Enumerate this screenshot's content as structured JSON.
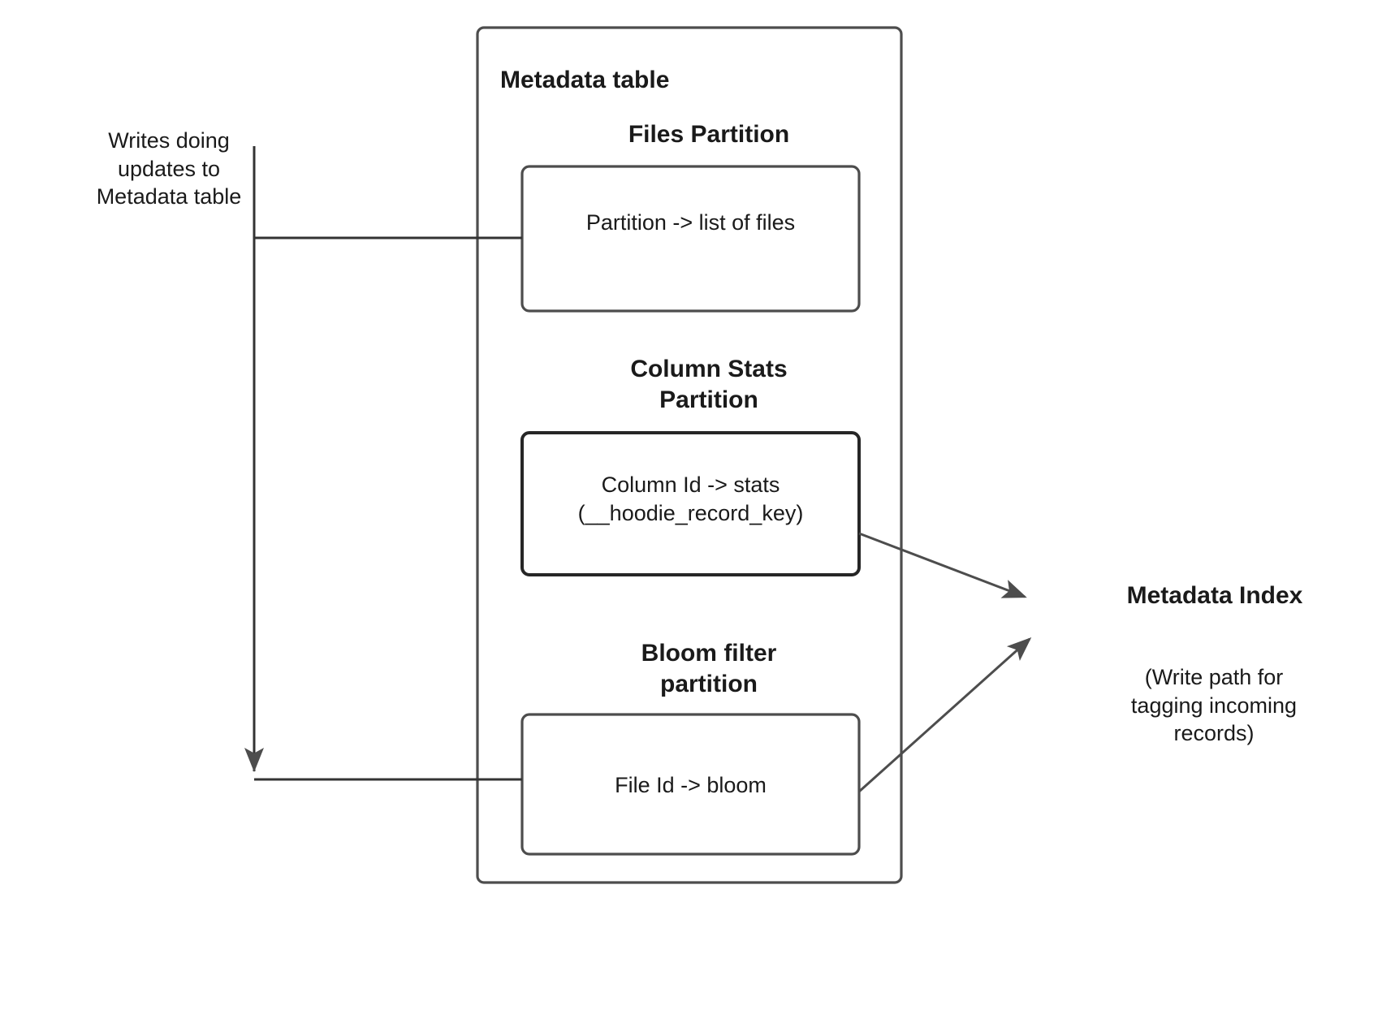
{
  "diagram": {
    "title_note": "Hudi metadata table write path diagram",
    "colors": {
      "stroke": "#4d4d4d",
      "stroke_dark": "#262626",
      "text": "#1a1a1a",
      "background": "#ffffff"
    },
    "left_note": {
      "label": "Writes doing\nupdates to\nMetadata table"
    },
    "outer_box": {
      "label": "Metadata table"
    },
    "sections": [
      {
        "id": "files",
        "heading": "Files Partition",
        "box_label": "Partition -> list of files"
      },
      {
        "id": "column-stats",
        "heading": "Column Stats\nPartition",
        "box_label": "Column Id  -> stats\n(__hoodie_record_key)"
      },
      {
        "id": "bloom-filter",
        "heading": "Bloom filter\npartition",
        "box_label": "File Id -> bloom"
      }
    ],
    "index_note": {
      "title": "Metadata Index",
      "description": "(Write path for\ntagging incoming\nrecords)"
    }
  }
}
